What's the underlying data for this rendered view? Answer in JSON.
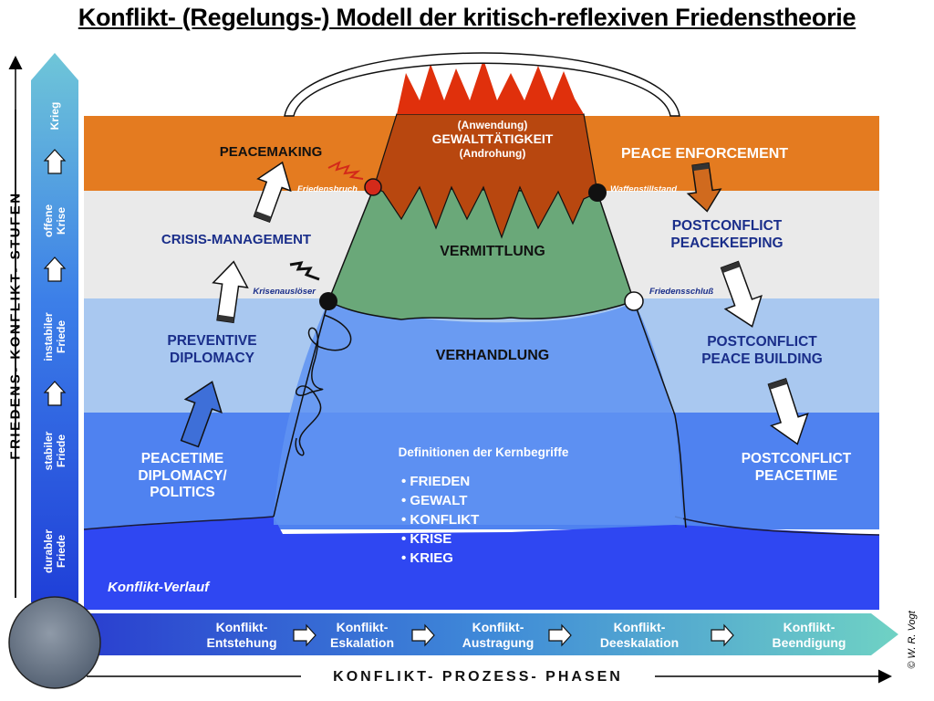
{
  "title": "Konflikt- (Regelungs-) Modell der kritisch-reflexiven Friedenstheorie",
  "colors": {
    "orange": "#e47b20",
    "light_gray": "#eaeaea",
    "light_blue": "#a9c8f0",
    "mid_blue": "#4f82f0",
    "dark_blue": "#2f47f2",
    "green": "#6aa879",
    "dark_orange": "#b8470f",
    "flame": "#e0300c",
    "label_navy": "#1a2e8a"
  },
  "left_axis": {
    "label": "FRIEDENS- KONFLIKT- STUFEN",
    "levels": [
      {
        "line1": "durabler",
        "line2": "Friede"
      },
      {
        "line1": "stabiler",
        "line2": "Friede"
      },
      {
        "line1": "instabiler",
        "line2": "Friede"
      },
      {
        "line1": "offene",
        "line2": "Krise"
      },
      {
        "line1": "Krieg",
        "line2": ""
      }
    ]
  },
  "mountain": {
    "top_line1": "(Anwendung)",
    "top_line2": "GEWALTTÄTIGKEIT",
    "top_line3": "(Androhung)",
    "middle": "VERMITTLUNG",
    "lower": "VERHANDLUNG"
  },
  "markers": {
    "friedensbruch": "Friedensbruch",
    "waffenstillstand": "Waffenstillstand",
    "krisenausloeser": "Krisenauslöser",
    "friedensschluss": "Friedensschluß"
  },
  "left_labels": {
    "peacemaking": "PEACEMAKING",
    "crisis": "CRISIS-MANAGEMENT",
    "preventive_1": "PREVENTIVE",
    "preventive_2": "DIPLOMACY",
    "peacetime_1": "PEACETIME",
    "peacetime_2": "DIPLOMACY/",
    "peacetime_3": "POLITICS"
  },
  "right_labels": {
    "enforcement": "PEACE ENFORCEMENT",
    "peacekeeping_1": "POSTCONFLICT",
    "peacekeeping_2": "PEACEKEEPING",
    "building_1": "POSTCONFLICT",
    "building_2": "PEACE BUILDING",
    "peacetime_1": "POSTCONFLICT",
    "peacetime_2": "PEACETIME"
  },
  "definitions": {
    "heading": "Definitionen der Kernbegriffe",
    "items": [
      "FRIEDEN",
      "GEWALT",
      "KONFLIKT",
      "KRISE",
      "KRIEG"
    ]
  },
  "verlauf": "Konflikt-Verlauf",
  "phases": [
    {
      "line1": "Konflikt-",
      "line2": "Entstehung"
    },
    {
      "line1": "Konflikt-",
      "line2": "Eskalation"
    },
    {
      "line1": "Konflikt-",
      "line2": "Austragung"
    },
    {
      "line1": "Konflikt-",
      "line2": "Deeskalation"
    },
    {
      "line1": "Konflikt-",
      "line2": "Beendigung"
    }
  ],
  "bottom_axis": "KONFLIKT- PROZESS- PHASEN",
  "author": "© W. R. Vogt"
}
